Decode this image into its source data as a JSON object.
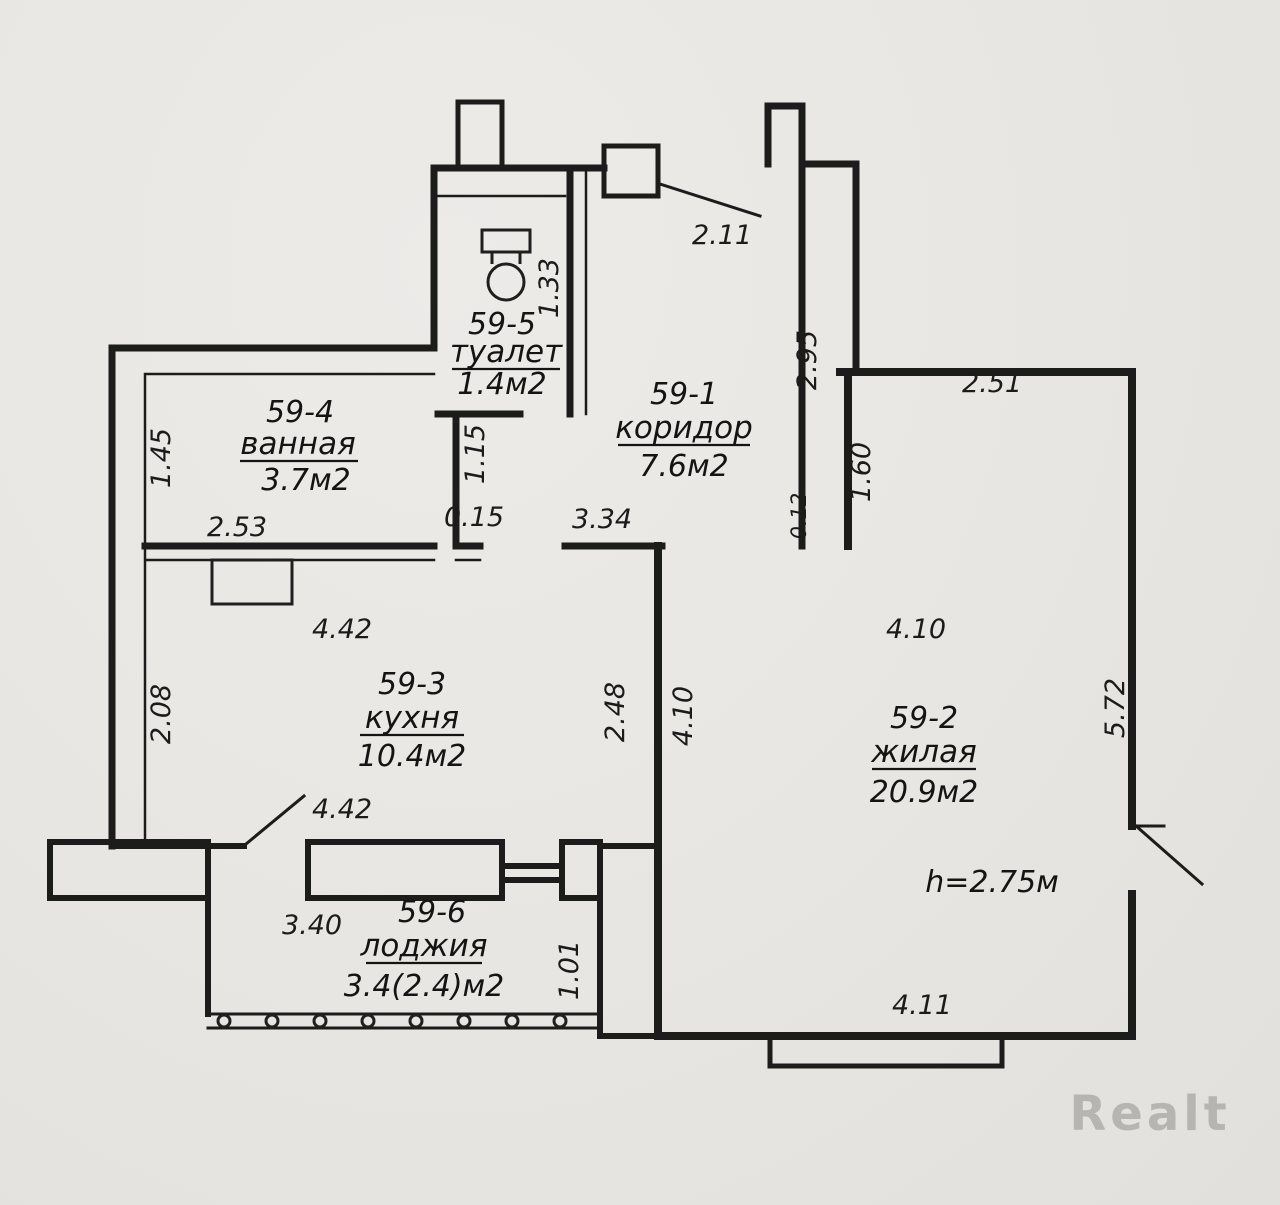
{
  "watermark": "Realt",
  "rooms": {
    "corridor": {
      "id": "59-1",
      "name": "коридор",
      "area": "7.6м2"
    },
    "living": {
      "id": "59-2",
      "name": "жилая",
      "area": "20.9м2"
    },
    "kitchen": {
      "id": "59-3",
      "name": "кухня",
      "area": "10.4м2"
    },
    "bathroom": {
      "id": "59-4",
      "name": "ванная",
      "area": "3.7м2"
    },
    "toilet": {
      "id": "59-5",
      "name": "туалет",
      "area": "1.4м2"
    },
    "loggia": {
      "id": "59-6",
      "name": "лоджия",
      "area": "3.4(2.4)м2"
    }
  },
  "ceiling_height": "h=2.75м",
  "dimensions": {
    "top_opening": "2.11",
    "toilet_depth": "1.33",
    "bath_left": "1.45",
    "toilet_wall": "1.15",
    "bath_bottom": "2.53",
    "stub": "0.15",
    "corridor_width": "3.34",
    "corridor_length": "2.95",
    "wall_stub": "0.12",
    "living_west_upper": "1.60",
    "living_top": "2.51",
    "kitchen_top": "4.42",
    "kitchen_bottom": "4.42",
    "kitchen_left": "2.08",
    "kitchen_right": "2.48",
    "living_west": "4.10",
    "living_upper_width": "4.10",
    "living_right": "5.72",
    "loggia_width": "3.40",
    "loggia_depth": "1.01",
    "living_bottom": "4.11"
  }
}
